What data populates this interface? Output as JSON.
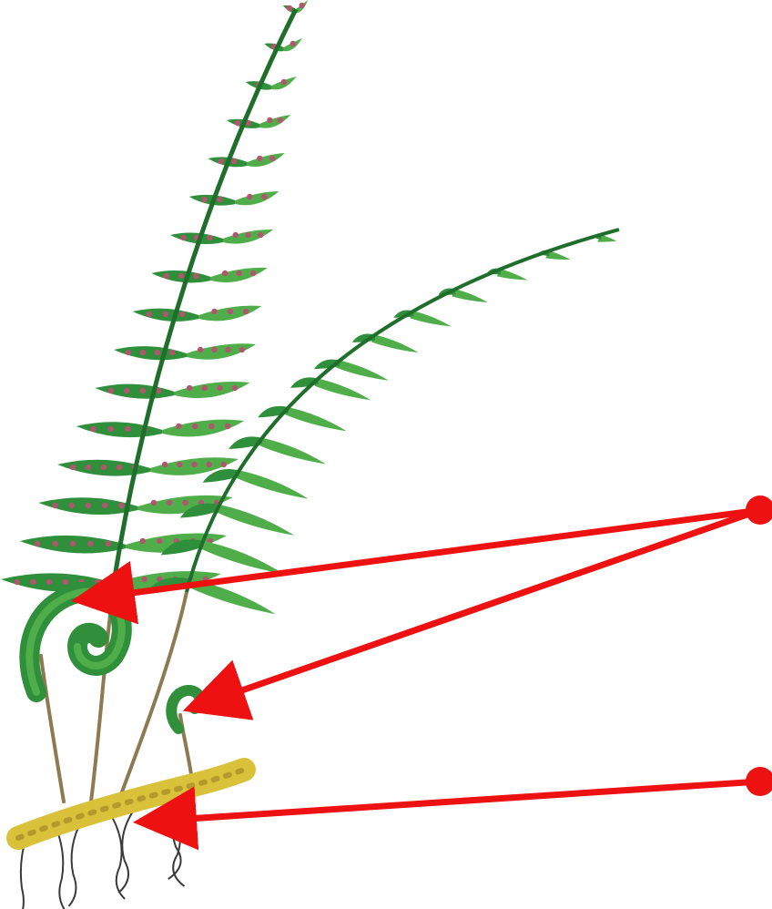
{
  "figure": {
    "subject": "fern",
    "parts": [
      "sporangia-frond",
      "sterile-frond",
      "fiddlehead-large",
      "fiddlehead-small",
      "rhizome",
      "roots"
    ],
    "pointers": [
      {
        "name": "pointer-fiddlehead-large",
        "target": "fiddlehead-large"
      },
      {
        "name": "pointer-fiddlehead-small",
        "target": "fiddlehead-small"
      },
      {
        "name": "pointer-rhizome",
        "target": "rhizome"
      }
    ]
  },
  "colors": {
    "background": "#ffffff",
    "frond_dark": "#2f8f3a",
    "frond_light": "#4fae4a",
    "rachis": "#1f6e2c",
    "sorus": "#b0566e",
    "stipe": "#8b7a52",
    "rhizome": "#d9c23a",
    "roots": "#3a3a3a",
    "pointer": "#ee1111"
  }
}
